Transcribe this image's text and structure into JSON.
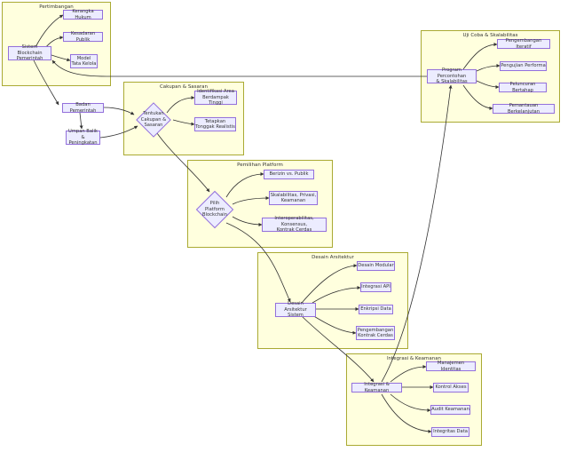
{
  "clusters": {
    "pertimbangan": "Pertimbangan",
    "cakupan": "Cakupan & Sasaran",
    "platform": "Pemilihan Platform",
    "arsitektur": "Desain Arsitektur",
    "integrasi": "Integrasi & Keamanan",
    "ujicoba": "Uji Coba & Skalabilitas"
  },
  "nodes": {
    "sistem": "Sistem Blockchain\nPemerintah",
    "kerangka": "Kerangka Hukum",
    "kesadaran": "Kesadaran Publik",
    "model": "Model\nTata Kelola",
    "badan": "Badan Pemerintah",
    "umpan": "Umpan Balik\n& Peningkatan",
    "tentukan": "Tentukan\nCakupan &\nSasaran",
    "identifikasi": "Identifikasi Area\nBerdampak Tinggi",
    "tetapkan": "Tetapkan\nTonggak Realistis",
    "pilih": "Pilih\nPlatform\nBlockchain",
    "berizin": "Berizin vs. Publik",
    "skalabilitas": "Skalabilitas, Privasi,\nKeamanan",
    "interop": "Interoperabilitas, Konsensus,\nKontrak Cerdas",
    "desain": "Desain\nArsitektur Sistem",
    "modular": "Desain Modular",
    "api": "Integrasi API",
    "enkripsi": "Enkripsi Data",
    "kontrak": "Pengembangan\nKontrak Cerdas",
    "integrasi": "Integrasi & Keamanan",
    "identitas": "Manajemen Identitas",
    "akses": "Kontrol Akses",
    "audit": "Audit Keamanan",
    "integritas": "Integritas Data",
    "program": "Program Percontohan\n& Skalabilitas",
    "iteratif": "Pengembangan Iteratif",
    "performa": "Pengujian Performa",
    "peluncuran": "Peluncuran Bertahap",
    "pemantauan": "Pemantauan Berkelanjutan"
  },
  "colors": {
    "cluster_fill": "#ffffde",
    "cluster_stroke": "#aaaa33",
    "node_fill": "#ececff",
    "node_stroke": "#9370db",
    "edge": "#333333"
  }
}
